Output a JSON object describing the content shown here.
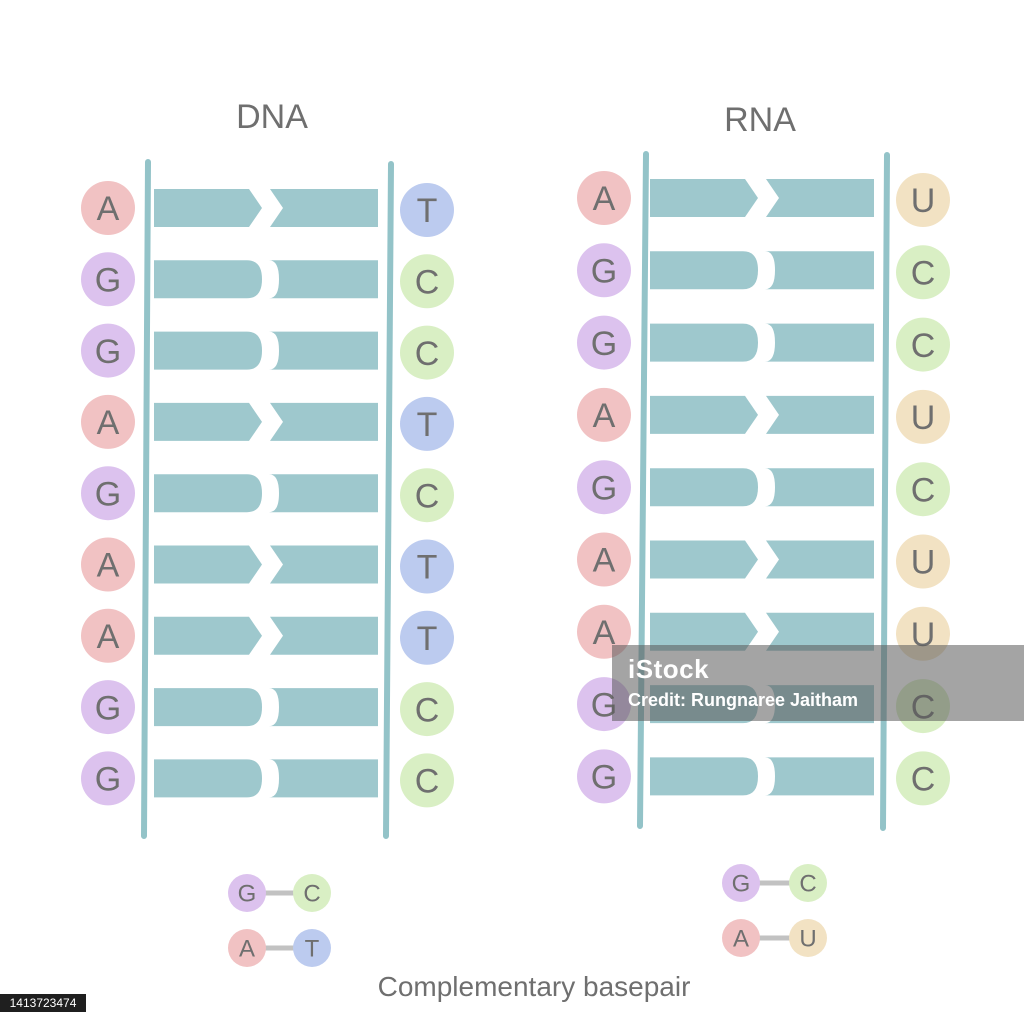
{
  "colors": {
    "rung": "#9ec8cd",
    "backbone": "#93c3c8",
    "text": "#6f6f6f",
    "connector": "#c2c2c2",
    "bases": {
      "A": "#f1c2c3",
      "G": "#dcc2ee",
      "T": "#bccbef",
      "C": "#d9efc4",
      "U": "#f2e2c3"
    }
  },
  "panels": [
    {
      "id": "dna",
      "title": "DNA",
      "left": [
        "A",
        "G",
        "G",
        "A",
        "G",
        "A",
        "A",
        "G",
        "G"
      ],
      "right": [
        "T",
        "C",
        "C",
        "T",
        "C",
        "T",
        "T",
        "C",
        "C"
      ],
      "legend": [
        [
          "G",
          "C"
        ],
        [
          "A",
          "T"
        ]
      ]
    },
    {
      "id": "rna",
      "title": "RNA",
      "left": [
        "A",
        "G",
        "G",
        "A",
        "G",
        "A",
        "A",
        "G",
        "G"
      ],
      "right": [
        "U",
        "C",
        "C",
        "U",
        "C",
        "U",
        "U",
        "C",
        "C"
      ],
      "legend": [
        [
          "G",
          "C"
        ],
        [
          "A",
          "U"
        ]
      ]
    }
  ],
  "caption": "Complementary basepair",
  "watermark": {
    "logo": "iStock",
    "credit": "Credit: Rungnaree Jaitham"
  },
  "stock_id": "1413723474"
}
